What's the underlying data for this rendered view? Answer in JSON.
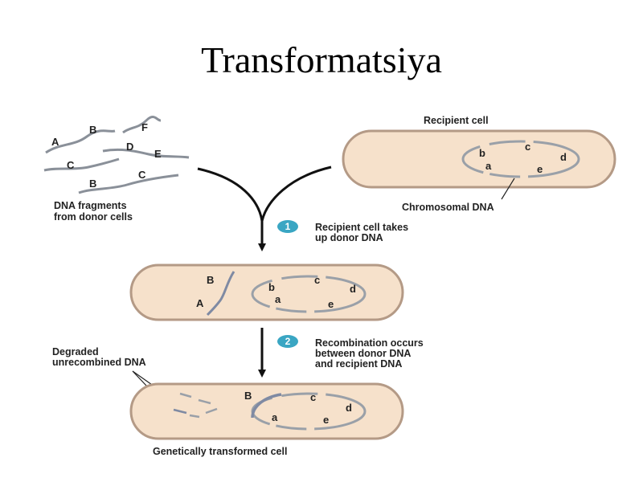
{
  "title": "Transformatsiya",
  "colors": {
    "cell_fill": "#f6e1cb",
    "cell_outline": "#b49a86",
    "dna_gray": "#8a9099",
    "dna_blue": "#7f8aa3",
    "step_badge": "#3aa6c3",
    "arrow": "#111111"
  },
  "donor": {
    "fragment_labels": [
      "A",
      "B",
      "F",
      "C",
      "D",
      "E",
      "B",
      "C"
    ],
    "caption_line1": "DNA fragments",
    "caption_line2": "from donor cells"
  },
  "recipient": {
    "title": "Recipient cell",
    "genes": [
      "b",
      "c",
      "d",
      "a",
      "e"
    ],
    "chromosome_label": "Chromosomal DNA"
  },
  "step1": {
    "number": "1",
    "line1": "Recipient cell takes",
    "line2": "up donor DNA"
  },
  "middle_cell": {
    "donor_labels": [
      "B",
      "A"
    ],
    "genes": [
      "b",
      "c",
      "d",
      "a",
      "e"
    ]
  },
  "step2": {
    "number": "2",
    "line1": "Recombination occurs",
    "line2": "between donor DNA",
    "line3": "and recipient DNA"
  },
  "degraded": {
    "line1": "Degraded",
    "line2": "unrecombined DNA"
  },
  "final_cell": {
    "genes": [
      "B",
      "c",
      "d",
      "a",
      "e"
    ],
    "caption": "Genetically transformed cell"
  }
}
